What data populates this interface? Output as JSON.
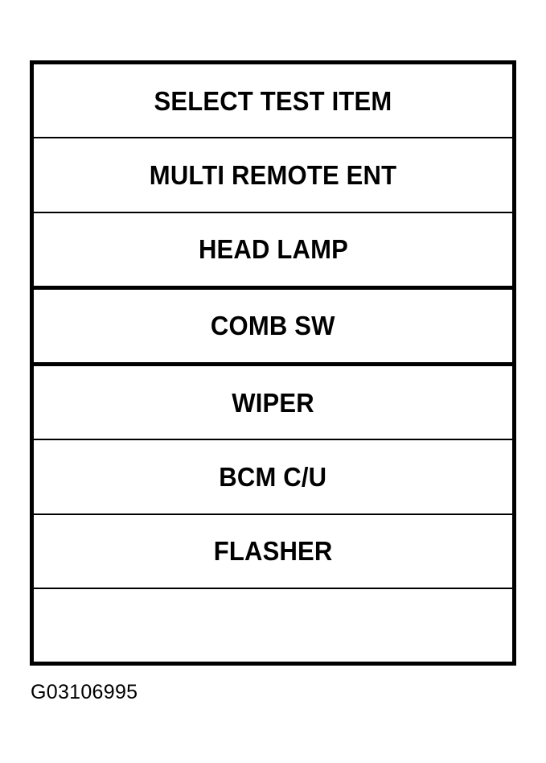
{
  "figure": {
    "caption": "G03106995",
    "frame_color": "#000000",
    "background_color": "#ffffff",
    "text_color": "#000000"
  },
  "menu": {
    "title": "SELECT TEST ITEM",
    "selected_item": "COMB SW",
    "rows": [
      {
        "label": "SELECT TEST ITEM",
        "role": "header",
        "selected": false,
        "empty": false
      },
      {
        "label": "MULTI REMOTE ENT",
        "role": "item",
        "selected": false,
        "empty": false
      },
      {
        "label": "HEAD LAMP",
        "role": "item",
        "selected": false,
        "empty": false
      },
      {
        "label": "COMB SW",
        "role": "item",
        "selected": true,
        "empty": false
      },
      {
        "label": "WIPER",
        "role": "item",
        "selected": false,
        "empty": false
      },
      {
        "label": "BCM C/U",
        "role": "item",
        "selected": false,
        "empty": false
      },
      {
        "label": "FLASHER",
        "role": "item",
        "selected": false,
        "empty": false
      },
      {
        "label": "",
        "role": "blank",
        "selected": false,
        "empty": true
      }
    ]
  }
}
